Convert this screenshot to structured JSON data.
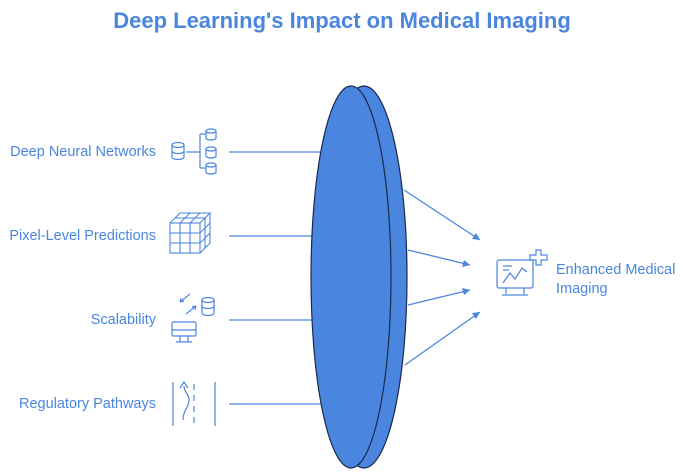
{
  "title": "Deep Learning's Impact on Medical Imaging",
  "inputs": [
    {
      "label": "Deep Neural Networks",
      "icon": "database-tree-icon"
    },
    {
      "label": "Pixel-Level Predictions",
      "icon": "cube-grid-icon"
    },
    {
      "label": "Scalability",
      "icon": "server-sync-icon"
    },
    {
      "label": "Regulatory Pathways",
      "icon": "road-path-icon"
    }
  ],
  "output": {
    "line1": "Enhanced Medical",
    "line2": "Imaging",
    "icon": "medical-monitor-icon"
  },
  "colors": {
    "accent": "#4a86e0",
    "lens_fill": "#4a86e0",
    "lens_stroke": "#1a2a4a"
  }
}
